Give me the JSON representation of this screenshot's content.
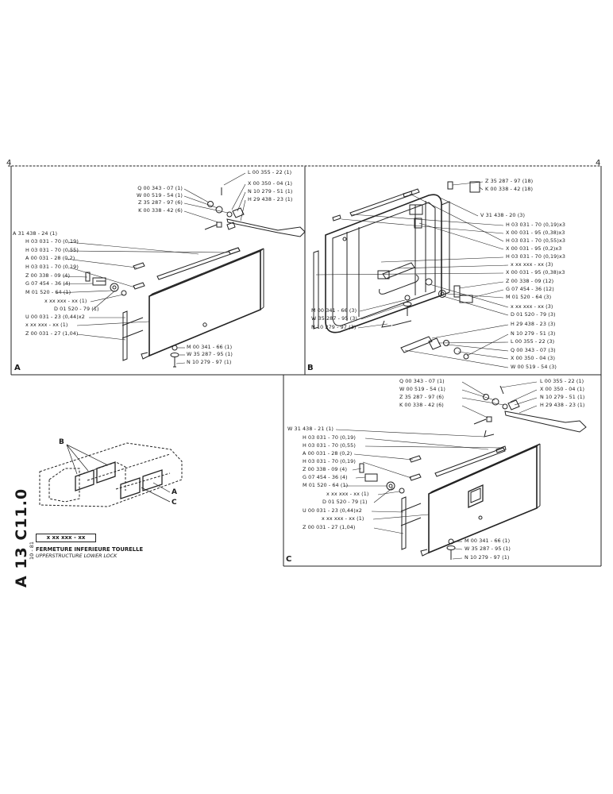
{
  "sheet": {
    "corner_mark": "4",
    "code": "A 13 C11.0",
    "date": "10 - 81",
    "part_box": "x xx xxx - xx",
    "title_fr": "FERMETURE INFERIEURE TOURELLE",
    "title_en": "UPPERSTRUCTURE LOWER LOCK"
  },
  "panel_a": {
    "letter": "A",
    "labels": [
      "Q 00 343 - 07 (1)",
      "W 00 519 - 54 (1)",
      "Z 35 287 - 97 (6)",
      "K 00 338 - 42 (6)",
      "L 00 355 - 22 (1)",
      "X 00 350 - 04 (1)",
      "N 10 279 - 51 (1)",
      "H 29 438 - 23 (1)",
      "A 31 438 - 24 (1)",
      "H 03 031 - 70 (0,19)",
      "H 03 031 - 70 (0,55)",
      "A 00 031 - 28 (0,2)",
      "H 03 031 - 70 (0,19)",
      "Z 00 338 - 09 (4)",
      "G 07 454 - 36 (4)",
      "M 01 520 - 64 (1)",
      "x xx xxx - xx (1)",
      "D 01 520 - 79 (1)",
      "U 00 031 - 23 (0,44)x2",
      "x xx xxx - xx (1)",
      "Z 00 031 - 27 (1,04)",
      "M 00 341 - 66 (1)",
      "W 35 287 - 95 (1)",
      "N 10 279 - 97 (1)"
    ]
  },
  "panel_b": {
    "letter": "B",
    "labels": [
      "Z 35 287 - 97 (18)",
      "K 00 338 - 42 (18)",
      "V 31 438 - 20 (3)",
      "H 03 031 - 70 (0,19)x3",
      "X 00 031 - 95 (0,38)x3",
      "H 03 031 - 70 (0,55)x3",
      "X 00 031 - 95 (0,2)x3",
      "H 03 031 - 70 (0,19)x3",
      "x xx xxx - xx (3)",
      "X 00 031 - 95 (0,38)x3",
      "Z 00 338 - 09 (12)",
      "G 07 454 - 36 (12)",
      "M 01 520 - 64 (3)",
      "x xx xxx - xx (3)",
      "D 01 520 - 79 (3)",
      "M 00 341 - 66 (3)",
      "W 35 287 - 95 (3)",
      "N 10 279 - 97 (3)",
      "H 29 438 - 23 (3)",
      "N 10 279 - 51 (3)",
      "L 00 355 - 22 (3)",
      "Q 00 343 - 07 (3)",
      "X 00 350 - 04 (3)",
      "W 00 519 - 54 (3)"
    ]
  },
  "panel_c": {
    "letter": "C",
    "labels": [
      "Q 00 343 - 07 (1)",
      "W 00 519 - 54 (1)",
      "Z 35 287 - 97 (6)",
      "K 00 338 - 42 (6)",
      "L 00 355 - 22 (1)",
      "X 00 350 - 04 (1)",
      "N 10 279 - 51 (1)",
      "H 29 438 - 23 (1)",
      "W 31 438 - 21 (1)",
      "H 03 031 - 70 (0,19)",
      "H 03 031 - 70 (0,55)",
      "A 00 031 - 28 (0,2)",
      "H 03 031 - 70 (0,19)",
      "Z 00 338 - 09 (4)",
      "G 07 454 - 36 (4)",
      "M 01 520 - 64 (1)",
      "x xx xxx - xx (1)",
      "D 01 520 - 79 (1)",
      "U 00 031 - 23 (0,44)x2",
      "x xx xxx - xx (1)",
      "Z 00 031 - 27 (1,04)",
      "M 00 341 - 66 (1)",
      "W 35 287 - 95 (1)",
      "N 10 279 - 97 (1)"
    ]
  },
  "overview": {
    "callouts": [
      "B",
      "A",
      "C"
    ]
  }
}
